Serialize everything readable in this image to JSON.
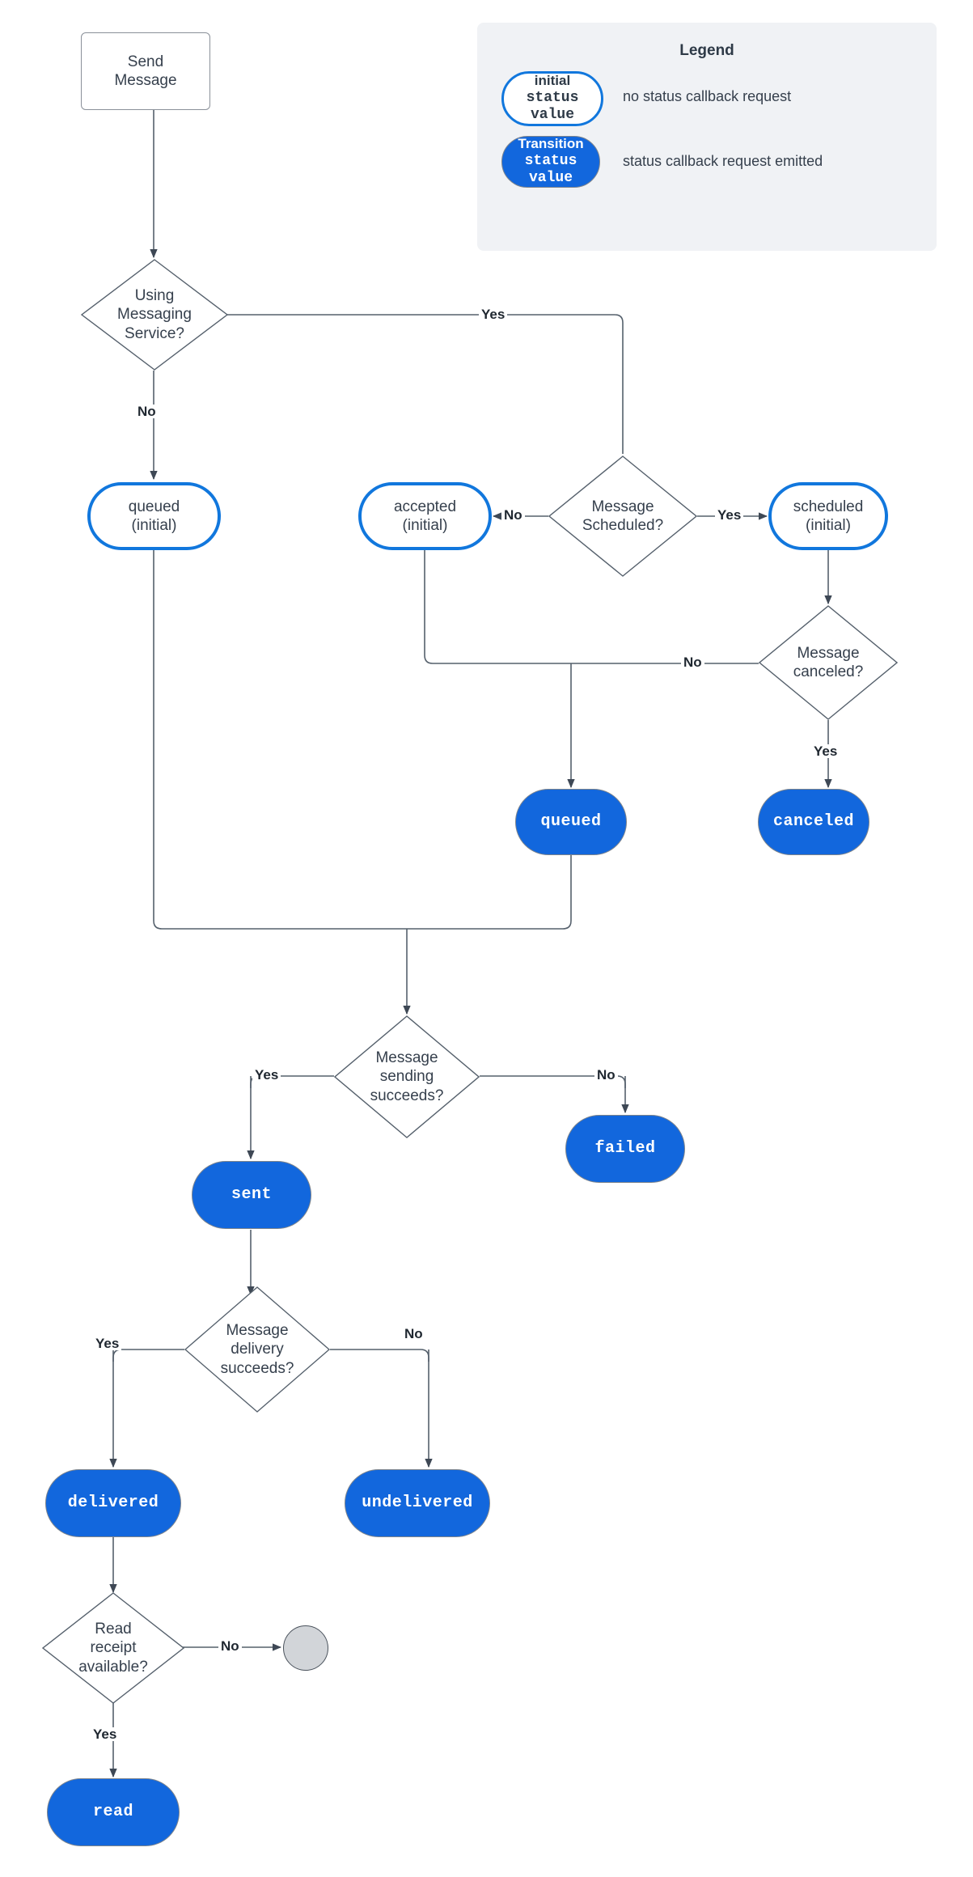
{
  "legend": {
    "title": "Legend",
    "items": [
      {
        "swatch_line1": "initial",
        "swatch_line2": "status value",
        "description": "no status callback request",
        "style": "outlined"
      },
      {
        "swatch_line1": "Transition",
        "swatch_line2": "status value",
        "description": "status callback request emitted",
        "style": "filled"
      }
    ]
  },
  "colors": {
    "accent_blue": "#1267dd",
    "outline_blue": "#1177dd",
    "line": "#55606c",
    "text": "#36404d",
    "legend_bg": "#f0f2f5",
    "end_fill": "#d2d5d9"
  },
  "nodes": {
    "send_message": {
      "line1": "Send",
      "line2": "Message"
    },
    "d_using_ms": {
      "line1": "Using",
      "line2": "Messaging",
      "line3": "Service?"
    },
    "queued_initial": {
      "line1": "queued",
      "line2": "(initial)"
    },
    "accepted_initial": {
      "line1": "accepted",
      "line2": "(initial)"
    },
    "d_msg_scheduled": {
      "line1": "Message",
      "line2": "Scheduled?"
    },
    "scheduled_initial": {
      "line1": "scheduled",
      "line2": "(initial)"
    },
    "d_msg_canceled": {
      "line1": "Message",
      "line2": "canceled?"
    },
    "queued_trans": {
      "label": "queued"
    },
    "canceled_trans": {
      "label": "canceled"
    },
    "d_sending": {
      "line1": "Message",
      "line2": "sending",
      "line3": "succeeds?"
    },
    "sent_trans": {
      "label": "sent"
    },
    "failed_trans": {
      "label": "failed"
    },
    "d_delivery": {
      "line1": "Message",
      "line2": "delivery",
      "line3": "succeeds?"
    },
    "delivered_trans": {
      "label": "delivered"
    },
    "undelivered_trans": {
      "label": "undelivered"
    },
    "d_read_receipt": {
      "line1": "Read",
      "line2": "receipt",
      "line3": "available?"
    },
    "read_trans": {
      "label": "read"
    },
    "end_node": {
      "label": ""
    }
  },
  "edge_labels": {
    "using_ms_yes": "Yes",
    "using_ms_no": "No",
    "scheduled_no": "No",
    "scheduled_yes": "Yes",
    "canceled_no": "No",
    "canceled_yes": "Yes",
    "sending_yes": "Yes",
    "sending_no": "No",
    "delivery_yes": "Yes",
    "delivery_no": "No",
    "read_no": "No",
    "read_yes": "Yes"
  }
}
